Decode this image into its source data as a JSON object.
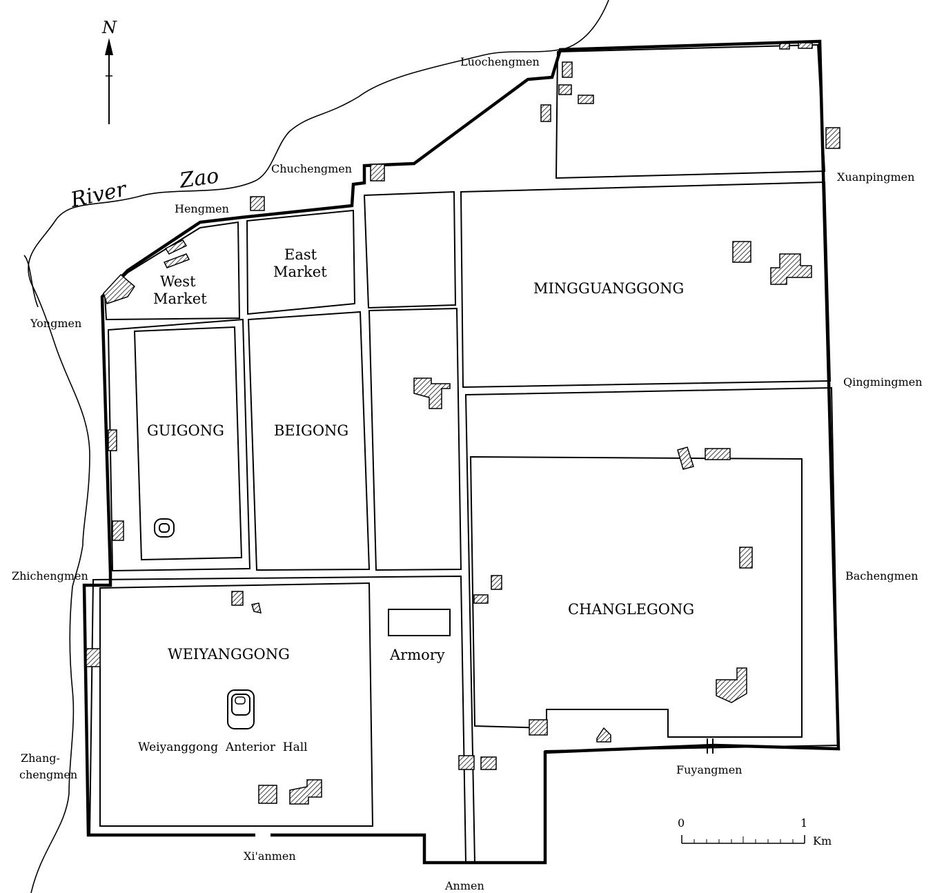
{
  "map": {
    "north_label": "N",
    "river": [
      "River",
      "Zao"
    ],
    "gates": {
      "luochengmen": "Luochengmen",
      "chuchengmen": "Chuchengmen",
      "hengmen": "Hengmen",
      "xuanpingmen": "Xuanpingmen",
      "yongmen": "Yongmen",
      "qingmingmen": "Qingmingmen",
      "zhichengmen": "Zhichengmen",
      "bachengmen": "Bachengmen",
      "zhangchengmen_1": "Zhang-",
      "zhangchengmen_2": "chengmen",
      "fuyangmen": "Fuyangmen",
      "xianmen": "Xi'anmen",
      "anmen": "Anmen"
    },
    "areas": {
      "west_market_1": "West",
      "west_market_2": "Market",
      "east_market_1": "East",
      "east_market_2": "Market",
      "mingguanggong": "MINGGUANGGONG",
      "guigong": "GUIGONG",
      "beigong": "BEIGONG",
      "changlegong": "CHANGLEGONG",
      "weiyanggong": "WEIYANGGONG",
      "armory": "Armory",
      "anterior_hall": "Weiyanggong  Anterior  Hall"
    },
    "scale": {
      "start": "0",
      "end": "1",
      "unit": "Km"
    }
  }
}
